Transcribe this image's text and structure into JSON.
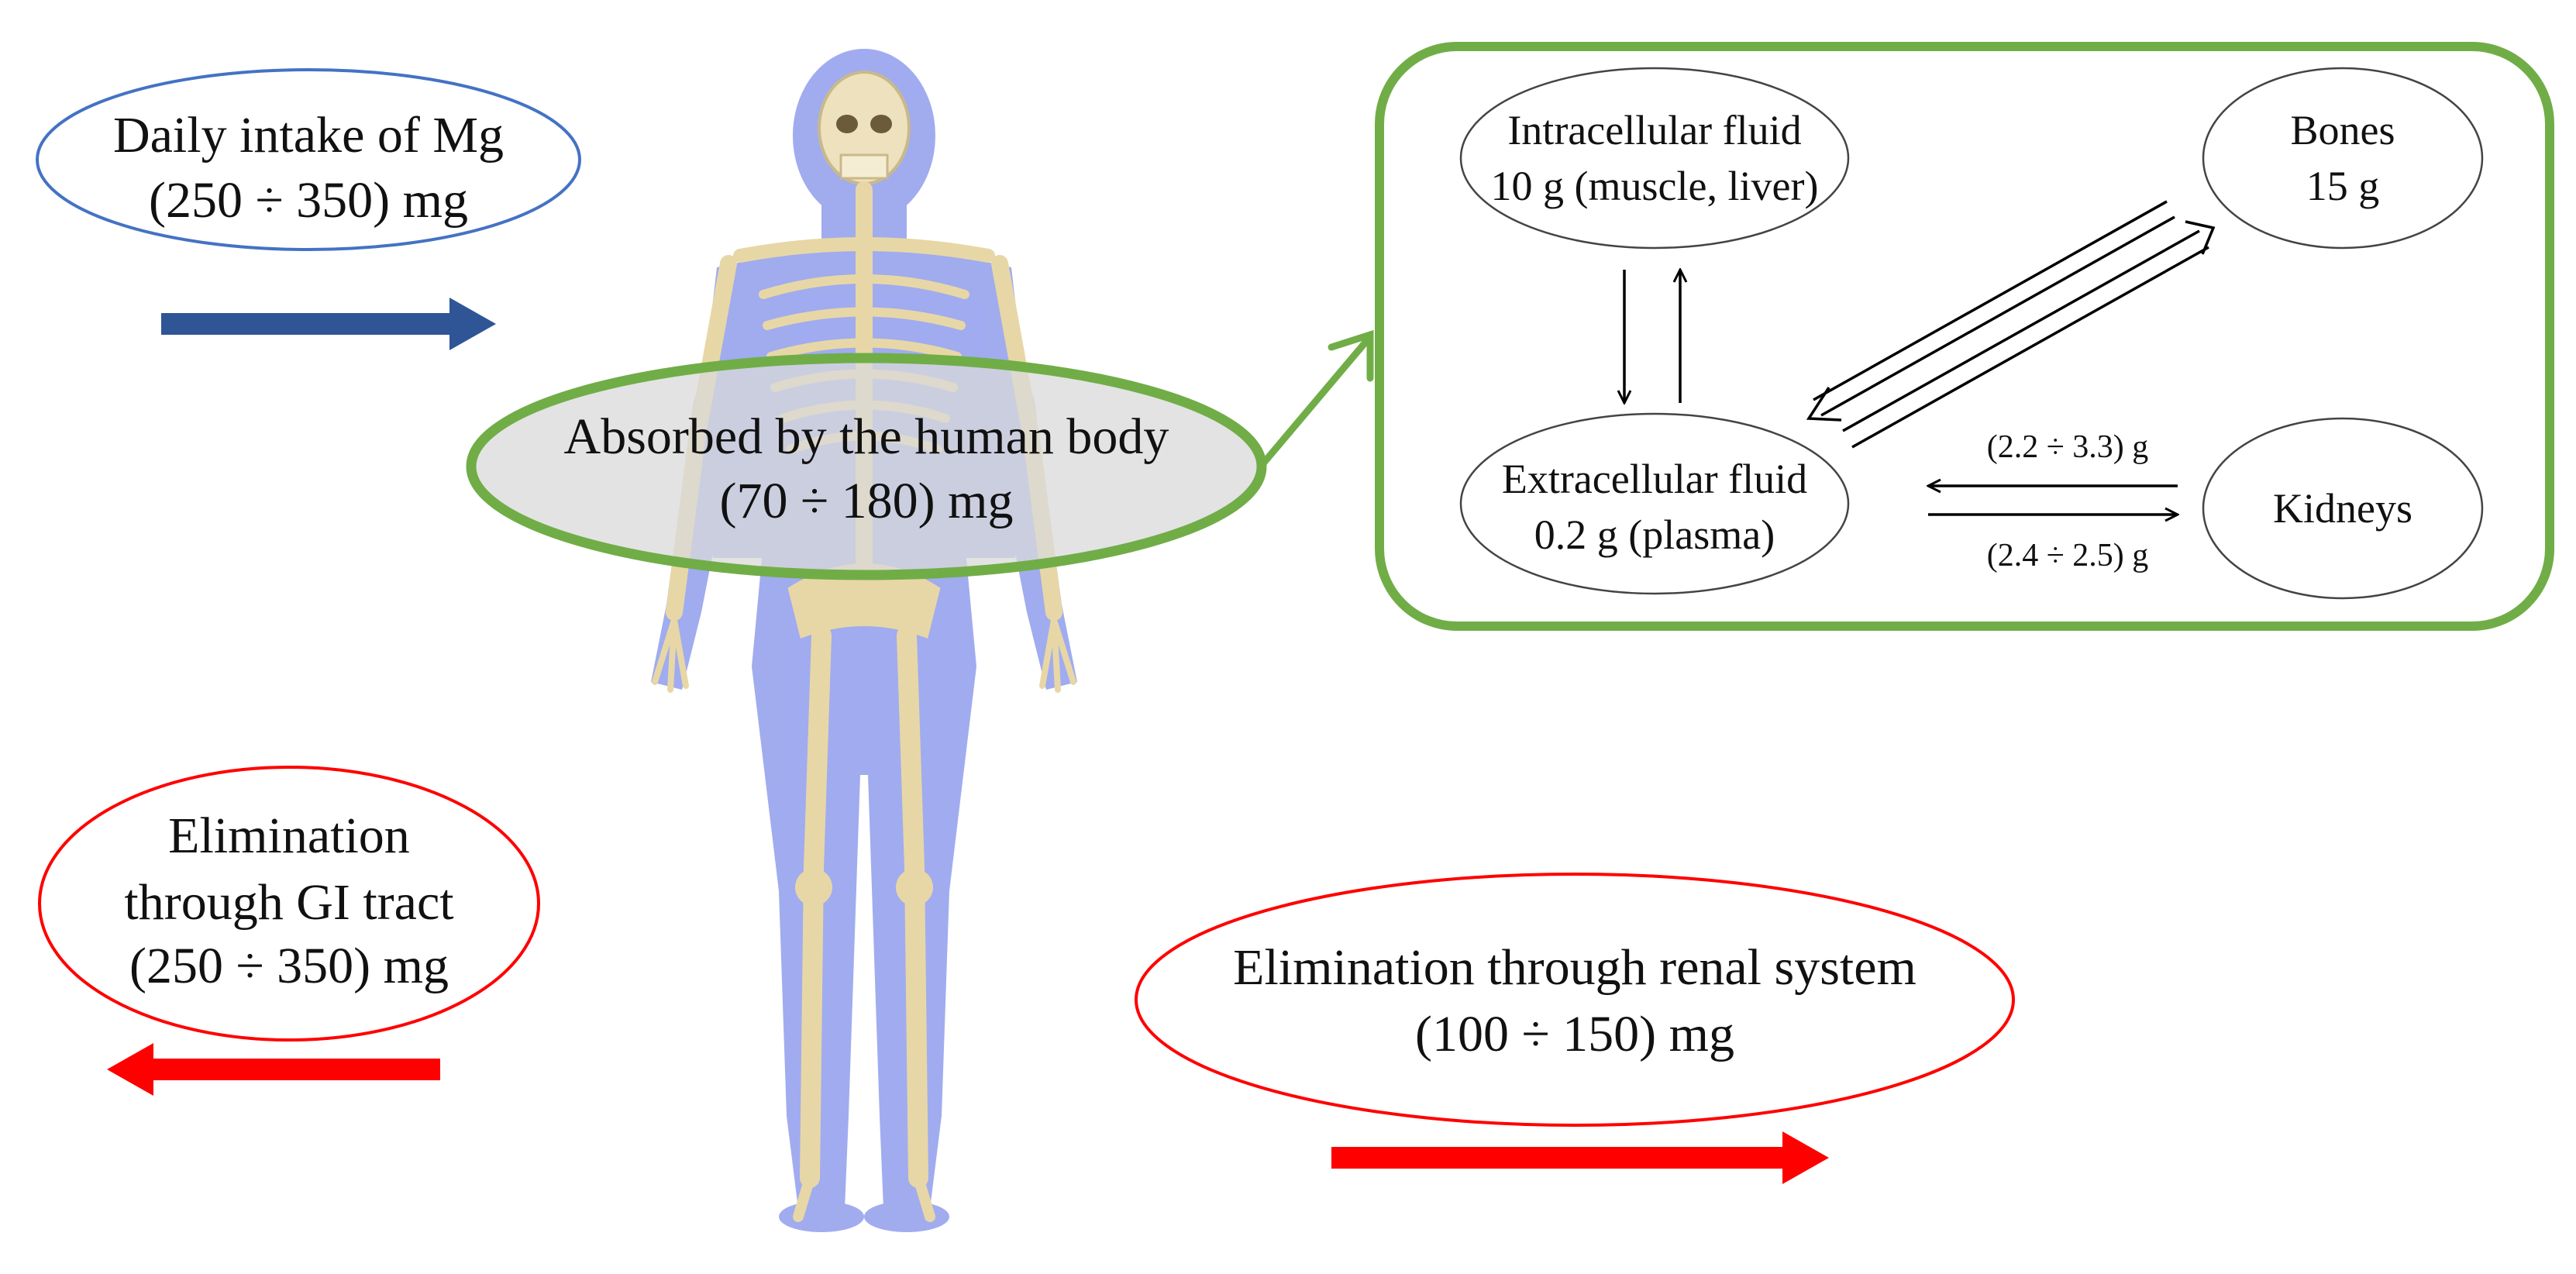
{
  "intake": {
    "line1": "Daily intake of Mg",
    "line2": "(250 ÷ 350) mg",
    "color": "#4472C4",
    "arrow_color": "#2F5597"
  },
  "absorbed": {
    "line1": "Absorbed by the human body",
    "line2": "(70 ÷ 180) mg",
    "color": "#70AD47"
  },
  "gi_elimination": {
    "line1": "Elimination",
    "line2": "through GI tract",
    "line3": "(250 ÷ 350) mg",
    "color": "#FF0000"
  },
  "renal_elimination": {
    "line1": "Elimination through renal system",
    "line2": "(100 ÷ 150) mg",
    "color": "#FF0000"
  },
  "distribution": {
    "intracellular": {
      "line1": "Intracellular fluid",
      "line2": "10 g (muscle, liver)"
    },
    "bones": {
      "line1": "Bones",
      "line2": "15 g"
    },
    "extracellular": {
      "line1": "Extracellular fluid",
      "line2": "0.2 g (plasma)"
    },
    "kidneys": {
      "line1": "Kidneys"
    },
    "flux_to_extracellular": "(2.2 ÷ 3.3) g",
    "flux_to_kidneys": "(2.4 ÷ 2.5) g"
  },
  "body_illustration": {
    "icon": "skeleton-figure-icon",
    "body_color": "#9BA8EE",
    "bone_color": "#E8D7A6"
  }
}
